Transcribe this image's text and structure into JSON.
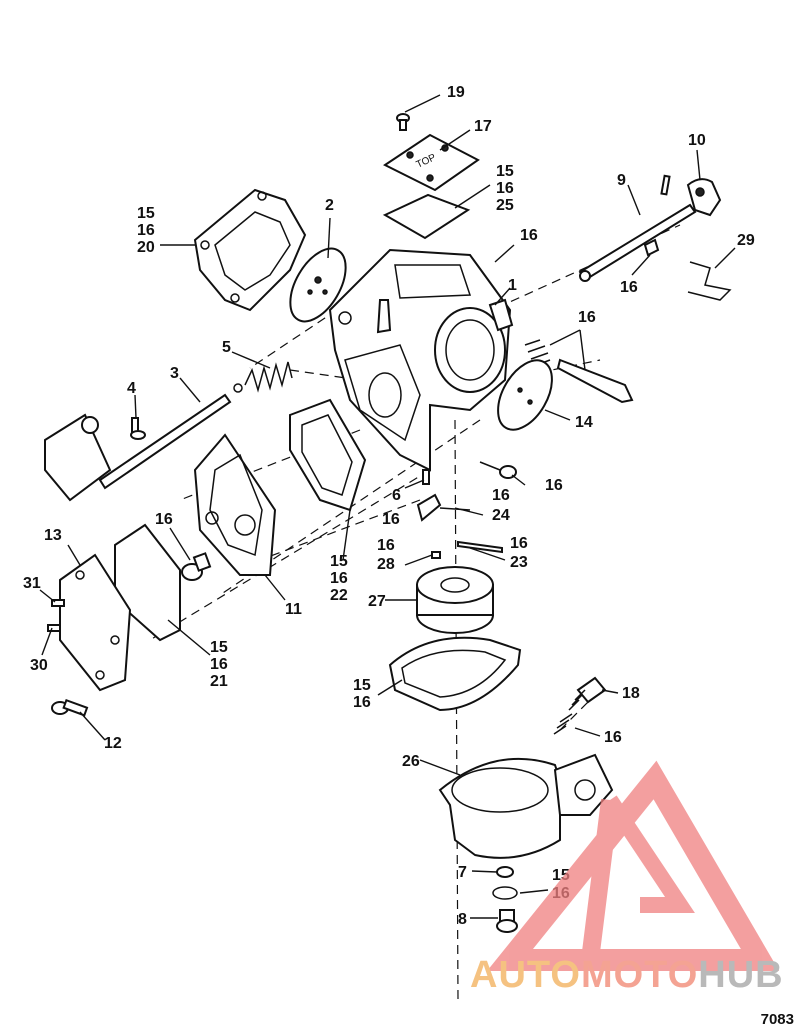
{
  "drawing_number": "7083",
  "callouts": [
    {
      "id": "c19",
      "lines": [
        "19"
      ]
    },
    {
      "id": "c17",
      "lines": [
        "17"
      ]
    },
    {
      "id": "c10",
      "lines": [
        "10"
      ]
    },
    {
      "id": "c9",
      "lines": [
        "9"
      ]
    },
    {
      "id": "c15-16-25",
      "lines": [
        "15",
        "16",
        "25"
      ]
    },
    {
      "id": "c15-16-20",
      "lines": [
        "15",
        "16",
        "20"
      ]
    },
    {
      "id": "c2",
      "lines": [
        "2"
      ]
    },
    {
      "id": "c16a",
      "lines": [
        "16"
      ]
    },
    {
      "id": "c29",
      "lines": [
        "29"
      ]
    },
    {
      "id": "c16b",
      "lines": [
        "16"
      ]
    },
    {
      "id": "c1",
      "lines": [
        "1"
      ]
    },
    {
      "id": "c16c",
      "lines": [
        "16"
      ]
    },
    {
      "id": "c5",
      "lines": [
        "5"
      ]
    },
    {
      "id": "c3",
      "lines": [
        "3"
      ]
    },
    {
      "id": "c4",
      "lines": [
        "4"
      ]
    },
    {
      "id": "c14",
      "lines": [
        "14"
      ]
    },
    {
      "id": "c16d",
      "lines": [
        "16"
      ]
    },
    {
      "id": "c6-16",
      "lines": [
        "6",
        "16"
      ]
    },
    {
      "id": "c16-24",
      "lines": [
        "16",
        "24"
      ]
    },
    {
      "id": "c13",
      "lines": [
        "13"
      ]
    },
    {
      "id": "c16e",
      "lines": [
        "16"
      ]
    },
    {
      "id": "c16-28",
      "lines": [
        "16",
        "28"
      ]
    },
    {
      "id": "c16-23",
      "lines": [
        "16",
        "23"
      ]
    },
    {
      "id": "c31",
      "lines": [
        "31"
      ]
    },
    {
      "id": "c11",
      "lines": [
        "11"
      ]
    },
    {
      "id": "c15-16-22",
      "lines": [
        "15",
        "16",
        "22"
      ]
    },
    {
      "id": "c27",
      "lines": [
        "27"
      ]
    },
    {
      "id": "c30",
      "lines": [
        "30"
      ]
    },
    {
      "id": "c15-16-21",
      "lines": [
        "15",
        "16",
        "21"
      ]
    },
    {
      "id": "c15-16",
      "lines": [
        "15",
        "16"
      ]
    },
    {
      "id": "c18",
      "lines": [
        "18"
      ]
    },
    {
      "id": "c12",
      "lines": [
        "12"
      ]
    },
    {
      "id": "c16f",
      "lines": [
        "16"
      ]
    },
    {
      "id": "c26",
      "lines": [
        "26"
      ]
    },
    {
      "id": "c7",
      "lines": [
        "7"
      ]
    },
    {
      "id": "c15-16b",
      "lines": [
        "15",
        "16"
      ]
    },
    {
      "id": "c8",
      "lines": [
        "8"
      ]
    }
  ],
  "watermark": {
    "text_auto": "AUTO",
    "text_moto": "MOTO",
    "text_hub": "HUB",
    "colors": {
      "auto": "#f5c281",
      "moto": "#f4a393",
      "hub": "#b9b9b9",
      "triangle": "#f08080"
    }
  }
}
